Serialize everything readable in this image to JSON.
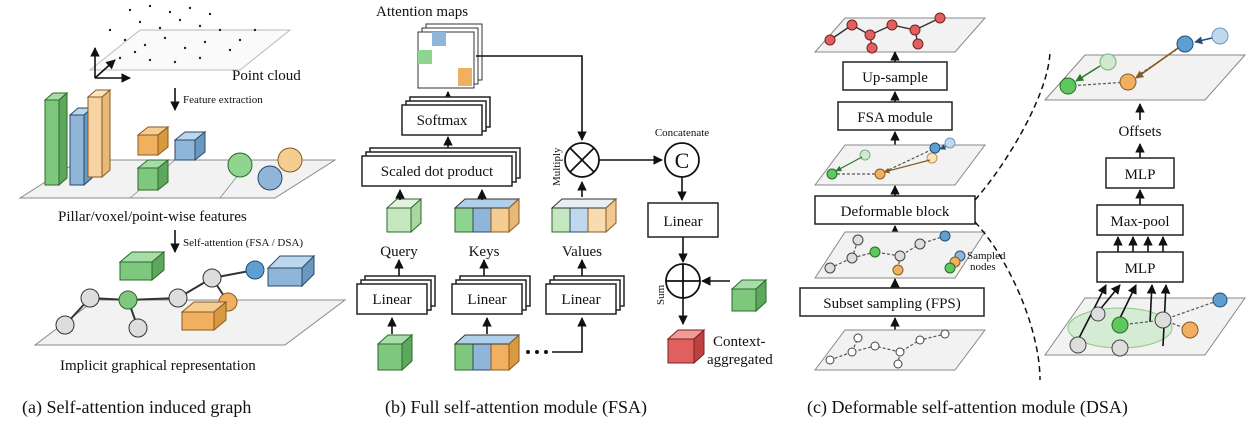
{
  "panel_a": {
    "point_cloud": "Point cloud",
    "feature_extraction": "Feature extraction",
    "features": "Pillar/voxel/point-wise features",
    "self_attention": "Self-attention (FSA / DSA)",
    "implicit": "Implicit graphical representation",
    "caption": "(a) Self-attention induced graph"
  },
  "panel_b": {
    "attention_maps": "Attention maps",
    "softmax": "Softmax",
    "scaled_dot": "Scaled dot product",
    "query": "Query",
    "keys": "Keys",
    "values": "Values",
    "linear": "Linear",
    "multiply": "Multiply",
    "concatenate": "Concatenate",
    "concat_symbol": "C",
    "sum": "Sum",
    "context": "Context-",
    "aggregated": "aggregated",
    "caption": "(b) Full self-attention module (FSA)"
  },
  "panel_c": {
    "upsample": "Up-sample",
    "fsa_module": "FSA module",
    "deformable": "Deformable block",
    "subset": "Subset sampling (FPS)",
    "sampled": "Sampled",
    "nodes": "nodes",
    "offsets": "Offsets",
    "mlp": "MLP",
    "maxpool": "Max-pool",
    "caption": "(c) Deformable self-attention module (DSA)"
  },
  "colors": {
    "green": "#7ec87e",
    "blue": "#8fb6d8",
    "orange": "#f0b060",
    "red": "#e06060",
    "gray": "#cfcfcf"
  }
}
